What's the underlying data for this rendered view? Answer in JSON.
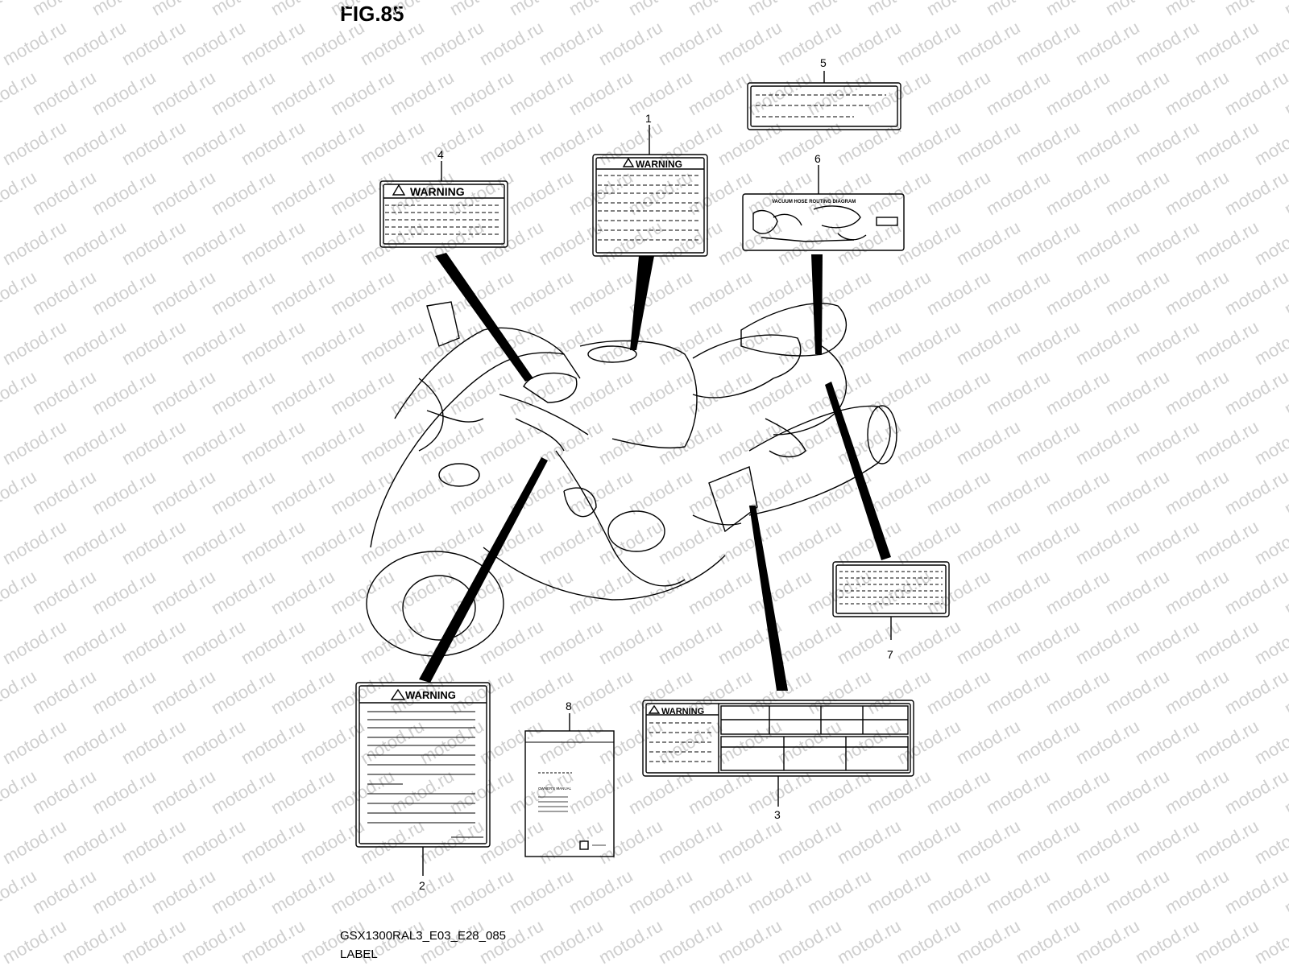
{
  "figure": {
    "title": "FIG.85",
    "code": "GSX1300RAL3_E03_E28_085",
    "name": "LABEL"
  },
  "watermark": "motod.ru",
  "callouts": [
    "1",
    "2",
    "3",
    "4",
    "5",
    "6",
    "7",
    "8"
  ],
  "labels": {
    "warning_text": "WARNING",
    "vacuum_title": "VACUUM HOSE ROUTING DIAGRAM",
    "owners_manual": "OWNER'S MANUAL"
  },
  "colors": {
    "line": "#000000",
    "watermark": "#cfcfcf",
    "background": "#ffffff"
  }
}
